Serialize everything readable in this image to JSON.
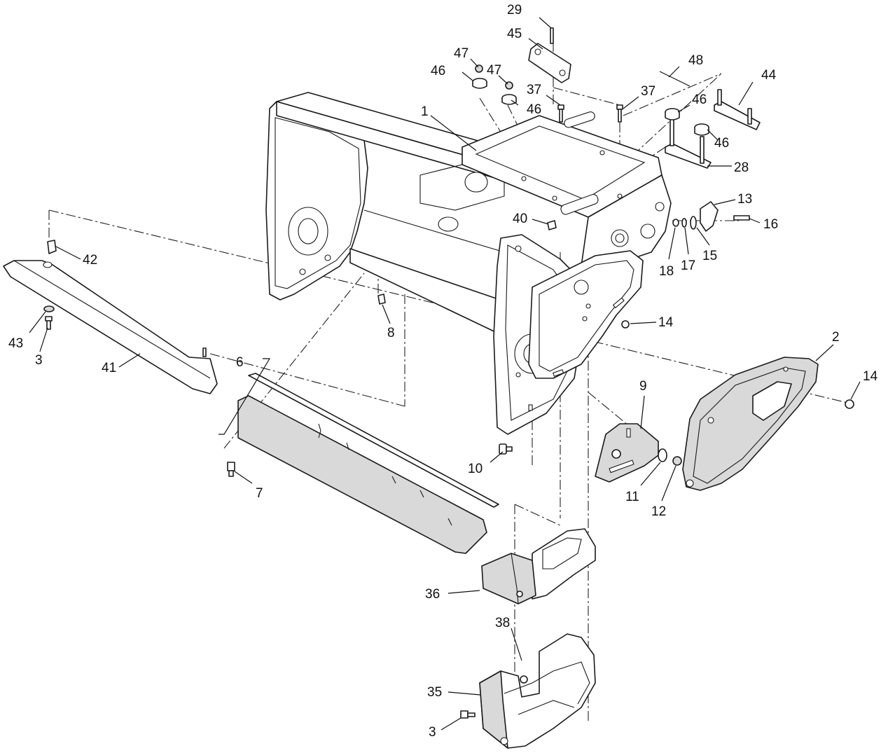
{
  "diagram": {
    "callouts": [
      {
        "id": "c29a",
        "text": "29"
      },
      {
        "id": "c45",
        "text": "45"
      },
      {
        "id": "c47a",
        "text": "47"
      },
      {
        "id": "c46a",
        "text": "46"
      },
      {
        "id": "c47b",
        "text": "47"
      },
      {
        "id": "c48",
        "text": "48"
      },
      {
        "id": "c44",
        "text": "44"
      },
      {
        "id": "c37a",
        "text": "37"
      },
      {
        "id": "c37b",
        "text": "37"
      },
      {
        "id": "c46b",
        "text": "46"
      },
      {
        "id": "c46c",
        "text": "46"
      },
      {
        "id": "c46d",
        "text": "46"
      },
      {
        "id": "c1",
        "text": "1"
      },
      {
        "id": "c28",
        "text": "28"
      },
      {
        "id": "c13",
        "text": "13"
      },
      {
        "id": "c16",
        "text": "16"
      },
      {
        "id": "c40",
        "text": "40"
      },
      {
        "id": "c15",
        "text": "15"
      },
      {
        "id": "c18",
        "text": "18"
      },
      {
        "id": "c17",
        "text": "17"
      },
      {
        "id": "c42",
        "text": "42"
      },
      {
        "id": "c8",
        "text": "8"
      },
      {
        "id": "c14a",
        "text": "14"
      },
      {
        "id": "c43",
        "text": "43"
      },
      {
        "id": "c3a",
        "text": "3"
      },
      {
        "id": "c2",
        "text": "2"
      },
      {
        "id": "c41",
        "text": "41"
      },
      {
        "id": "c6",
        "text": "6"
      },
      {
        "id": "c14b",
        "text": "14"
      },
      {
        "id": "c9",
        "text": "9"
      },
      {
        "id": "c10",
        "text": "10"
      },
      {
        "id": "c7",
        "text": "7"
      },
      {
        "id": "c11",
        "text": "11"
      },
      {
        "id": "c12",
        "text": "12"
      },
      {
        "id": "c36",
        "text": "36"
      },
      {
        "id": "c38",
        "text": "38"
      },
      {
        "id": "c35",
        "text": "35"
      },
      {
        "id": "c3b",
        "text": "3"
      }
    ]
  }
}
